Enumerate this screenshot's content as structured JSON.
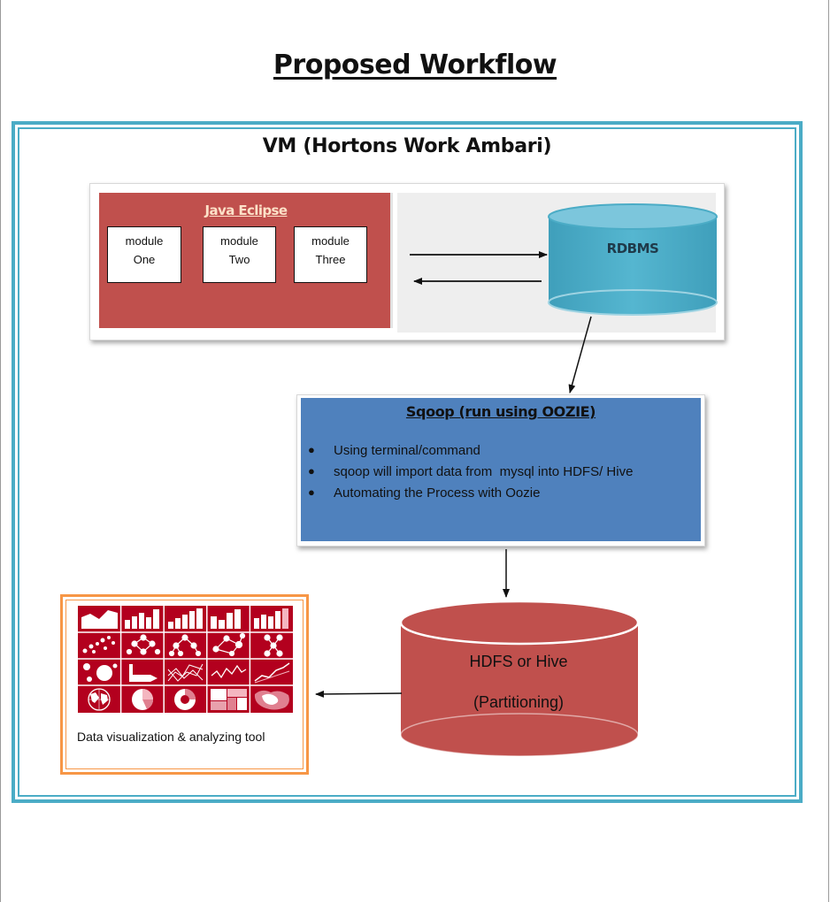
{
  "page": {
    "title": "Proposed Workflow"
  },
  "vm": {
    "title": "VM (Hortons Work Ambari)"
  },
  "java_eclipse": {
    "title": "Java Eclipse",
    "modules": [
      {
        "line1": "module",
        "line2": "One"
      },
      {
        "line1": "module",
        "line2": "Two"
      },
      {
        "line1": "module",
        "line2": "Three"
      }
    ]
  },
  "rdbms": {
    "label": "RDBMS"
  },
  "sqoop": {
    "title": "Sqoop (run using OOZIE)",
    "bullets": [
      "Using terminal/command",
      "sqoop will import data from  mysql into HDFS/ Hive",
      "Automating the Process with Oozie"
    ]
  },
  "storage": {
    "line1": "HDFS or Hive",
    "line2": "(Partitioning)"
  },
  "visualization": {
    "label": "Data visualization & analyzing tool"
  },
  "colors": {
    "vm_frame": "#4bacc6",
    "java_box": "#c0504d",
    "rdbms_cylinder": "#4bacc6",
    "sqoop_box": "#4f81bd",
    "hdfs_cylinder": "#c0504d",
    "viz_frame": "#f79646",
    "viz_tiles": "#b3001e"
  }
}
